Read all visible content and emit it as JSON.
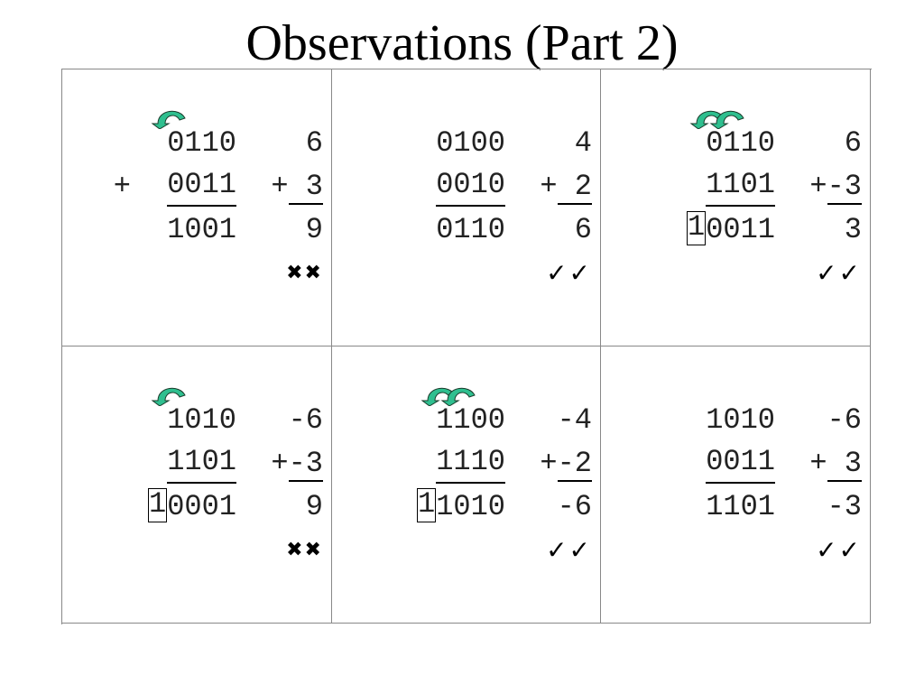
{
  "title": "Observations (Part 2)",
  "cells": [
    {
      "bin1": "0110",
      "bin2": "0011",
      "sum_carry": "",
      "sum_rest": "1001",
      "op_bin": "+",
      "dec1": "6",
      "dec_op": "+",
      "dec2": " 3",
      "dec_sum": "9",
      "marks": "✖✖",
      "arrows": 1
    },
    {
      "bin1": "0100",
      "bin2": "0010",
      "sum_carry": "",
      "sum_rest": "0110",
      "op_bin": "",
      "dec1": "4",
      "dec_op": "+",
      "dec2": " 2",
      "dec_sum": "6",
      "marks": "✓✓",
      "arrows": 0
    },
    {
      "bin1": "0110",
      "bin2": "1101",
      "sum_carry": "1",
      "sum_rest": "0011",
      "op_bin": "",
      "dec1": "6",
      "dec_op": "+",
      "dec2": "-3",
      "dec_sum": "3",
      "marks": "✓✓",
      "arrows": 2
    },
    {
      "bin1": "1010",
      "bin2": "1101",
      "sum_carry": "1",
      "sum_rest": "0001",
      "op_bin": "",
      "dec1": "-6",
      "dec_op": "+",
      "dec2": "-3",
      "dec_sum": "9",
      "marks": "✖✖",
      "arrows": 1
    },
    {
      "bin1": "1100",
      "bin2": "1110",
      "sum_carry": "1",
      "sum_rest": "1010",
      "op_bin": "",
      "dec1": "-4",
      "dec_op": "+",
      "dec2": "-2",
      "dec_sum": "-6",
      "marks": "✓✓",
      "arrows": 2
    },
    {
      "bin1": "1010",
      "bin2": "0011",
      "sum_carry": "",
      "sum_rest": "1101",
      "op_bin": "",
      "dec1": "-6",
      "dec_op": "+",
      "dec2": " 3",
      "dec_sum": "-3",
      "marks": "✓✓",
      "arrows": 0
    }
  ],
  "colors": {
    "arrow": "#2fbf8f",
    "arrow_outline": "#1a3a2a"
  },
  "icons": {
    "carry": "curved-carry-arrow-icon",
    "check": "check-mark-icon",
    "cross": "cross-mark-icon"
  }
}
